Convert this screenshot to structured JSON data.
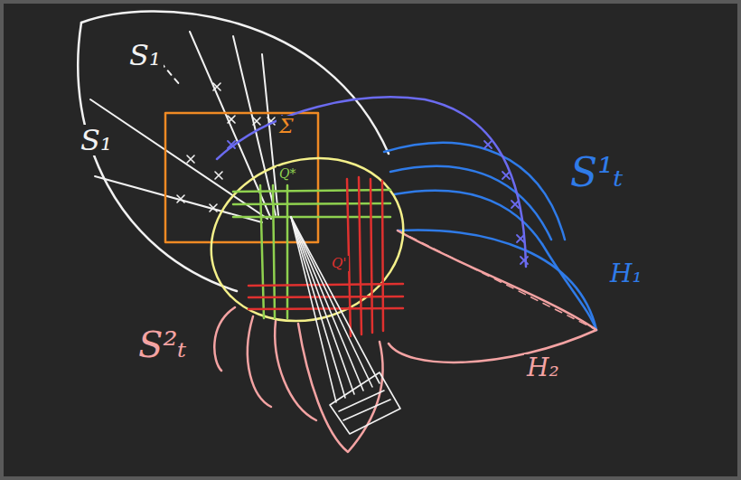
{
  "diagram": {
    "labels": [
      "S₁",
      "S₁",
      "Σ",
      "Q*",
      "Q'",
      "S¹ₜ",
      "H₁",
      "H₂",
      "S²ₜ"
    ]
  }
}
